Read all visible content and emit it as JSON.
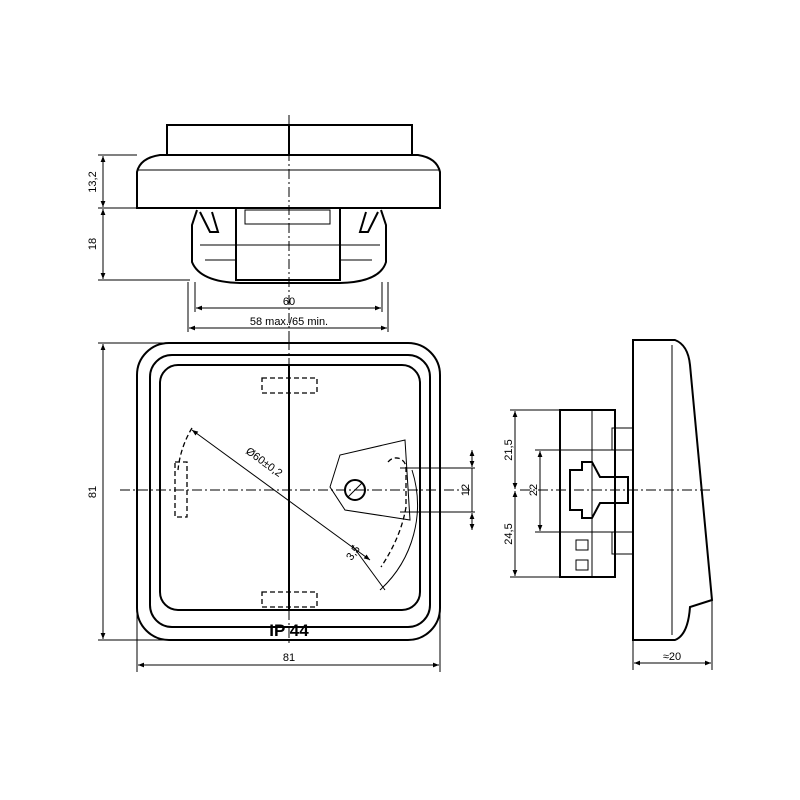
{
  "title": "Rocker switch IP 44 dimension drawing",
  "top_view": {
    "dim_cover_height": "13,2",
    "dim_insert_depth": "18",
    "dim_width": "60",
    "dim_box_range": "58 max./65 min."
  },
  "front_view": {
    "dim_height": "81",
    "dim_width": "81",
    "label_ip": "IP 44",
    "dim_hole_circle": "Ø60±0,2",
    "dim_slot_height": "12",
    "dim_slot_width": "3,5"
  },
  "side_view": {
    "dim_upper": "21,5",
    "dim_middle": "22",
    "dim_lower": "24,5",
    "dim_depth": "≈20"
  }
}
